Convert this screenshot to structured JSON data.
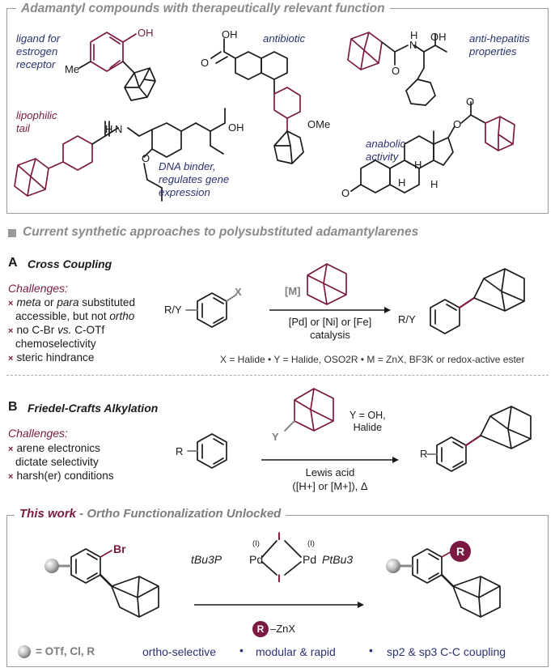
{
  "top_box": {
    "title": "Adamantyl compounds with therapeutically relevant function",
    "labels": {
      "ligand": "ligand for\nestrogen\nreceptor",
      "antibiotic": "antibiotic",
      "hepatitis": "anti-hepatitis\nproperties",
      "lipophilic": "lipophilic\ntail",
      "dna": "DNA binder,\nregulates gene\nexpression",
      "anabolic": "anabolic\nactivity"
    },
    "atoms": {
      "oh": "OH",
      "me": "Me",
      "ome": "OMe",
      "nh": "N",
      "h": "H",
      "o": "O"
    }
  },
  "section_heading": "Current synthetic approaches to polysubstituted adamantylarenes",
  "section_a": {
    "letter": "A",
    "title": "Cross Coupling",
    "challenges_title": "Challenges:",
    "challenges": [
      {
        "pre": "",
        "em": "meta",
        "mid": " or ",
        "em2": "para",
        "post": " substituted"
      },
      {
        "pre": "accessible, but not ",
        "em": "ortho",
        "mid": "",
        "em2": "",
        "post": ""
      },
      {
        "pre": "no C-Br ",
        "em": "vs.",
        "mid": " C-OTf",
        "em2": "",
        "post": ""
      },
      {
        "pre": "chemoselectivity",
        "em": "",
        "mid": "",
        "em2": "",
        "post": ""
      },
      {
        "pre": "steric hindrance",
        "em": "",
        "mid": "",
        "em2": "",
        "post": ""
      }
    ],
    "substrate_label": "R/Y",
    "x_label": "X",
    "metal_label": "[M]",
    "conditions": "[Pd] or [Ni] or [Fe]\ncatalysis",
    "product_label": "R/Y",
    "footnote": "X = Halide  •  Y = Halide, OSO2R  •  M = ZnX, BF3K or redox-active ester"
  },
  "section_b": {
    "letter": "B",
    "title": "Friedel-Crafts Alkylation",
    "challenges_title": "Challenges:",
    "challenges": [
      "arene electronics",
      "dictate selectivity",
      "harsh(er) conditions"
    ],
    "substrate_label": "R",
    "y_label": "Y",
    "y_def": "Y = OH,\nHalide",
    "conditions": "Lewis acid\n([H+] or [M+]), Δ",
    "product_label": "R"
  },
  "this_work": {
    "title_a": "This work",
    "title_b": " - Ortho Functionalization Unlocked",
    "br": "Br",
    "catalyst_left": "tBu3P",
    "catalyst_pd1": "Pd",
    "catalyst_pd2": "Pd",
    "catalyst_right": "PtBu3",
    "ox_state": "(I)",
    "iodide": "I",
    "reagent_r": "R",
    "reagent": "–ZnX",
    "product_r": "R",
    "ball_legend": "= OTf, Cl, R",
    "feature1": "ortho-selective",
    "feature2": "modular & rapid",
    "feature3": "sp2 & sp3 C-C coupling"
  },
  "colors": {
    "maroon": "#7a1a43",
    "navy": "#2a3170",
    "grey": "#9a9a9a"
  }
}
